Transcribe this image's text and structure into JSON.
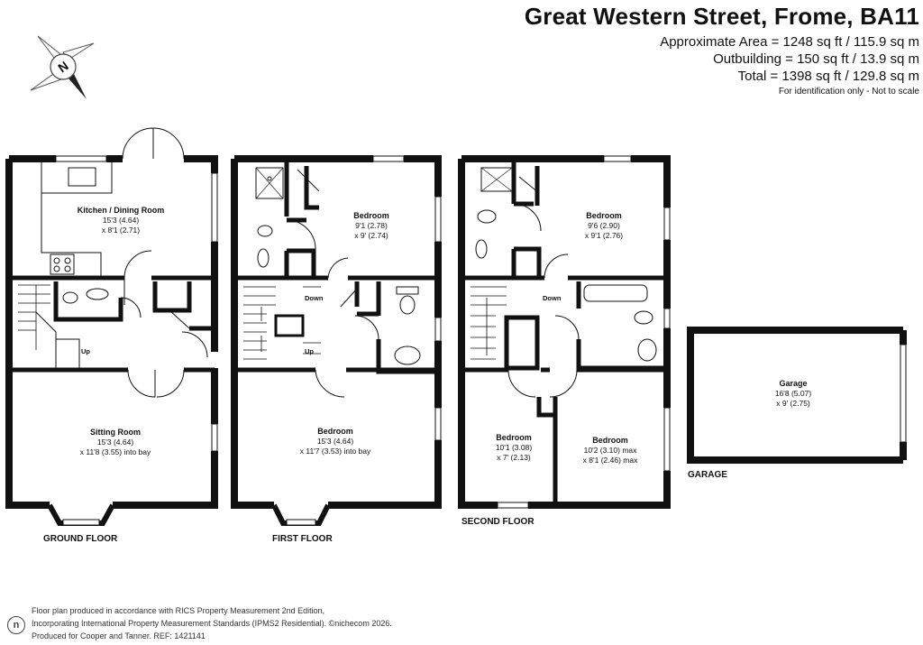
{
  "header": {
    "title": "Great Western Street, Frome, BA11",
    "approx_area": "Approximate Area = 1248 sq ft / 115.9 sq m",
    "outbuilding": "Outbuilding = 150 sq ft / 13.9 sq m",
    "total": "Total = 1398 sq ft / 129.8 sq m",
    "note": "For identification only - Not to scale"
  },
  "compass": {
    "letter": "N",
    "icon": "north-arrow-icon"
  },
  "floors": {
    "ground": {
      "label": "GROUND FLOOR",
      "kitchen": {
        "name": "Kitchen / Dining Room",
        "dim1": "15'3 (4.64)",
        "dim2": "x 8'1 (2.71)"
      },
      "sitting": {
        "name": "Sitting Room",
        "dim1": "15'3 (4.64)",
        "dim2": "x 11'8 (3.55) into bay"
      },
      "up": "Up"
    },
    "first": {
      "label": "FIRST FLOOR",
      "bedroom1": {
        "name": "Bedroom",
        "dim1": "9'1 (2.78)",
        "dim2": "x 9' (2.74)"
      },
      "bedroom2": {
        "name": "Bedroom",
        "dim1": "15'3 (4.64)",
        "dim2": "x 11'7 (3.53) into bay"
      },
      "down": "Down",
      "up": "Up"
    },
    "second": {
      "label": "SECOND FLOOR",
      "bedroom1": {
        "name": "Bedroom",
        "dim1": "9'6 (2.90)",
        "dim2": "x 9'1 (2.76)"
      },
      "bedroom2": {
        "name": "Bedroom",
        "dim1": "10'1 (3.08)",
        "dim2": "x 7' (2.13)"
      },
      "bedroom3": {
        "name": "Bedroom",
        "dim1": "10'2 (3.10) max",
        "dim2": "x 8'1 (2.46) max"
      },
      "down": "Down"
    },
    "garage": {
      "label": "GARAGE",
      "name": "Garage",
      "dim1": "16'8 (5.07)",
      "dim2": "x 9' (2.75)"
    }
  },
  "footer": {
    "line1": "Floor plan produced in accordance with RICS Property Measurement 2nd Edition,",
    "line2": "Incorporating International Property Measurement Standards (IPMS2 Residential).  ©nichecom 2026.",
    "line3": "Produced for Cooper and Tanner.   REF:  1421141"
  }
}
